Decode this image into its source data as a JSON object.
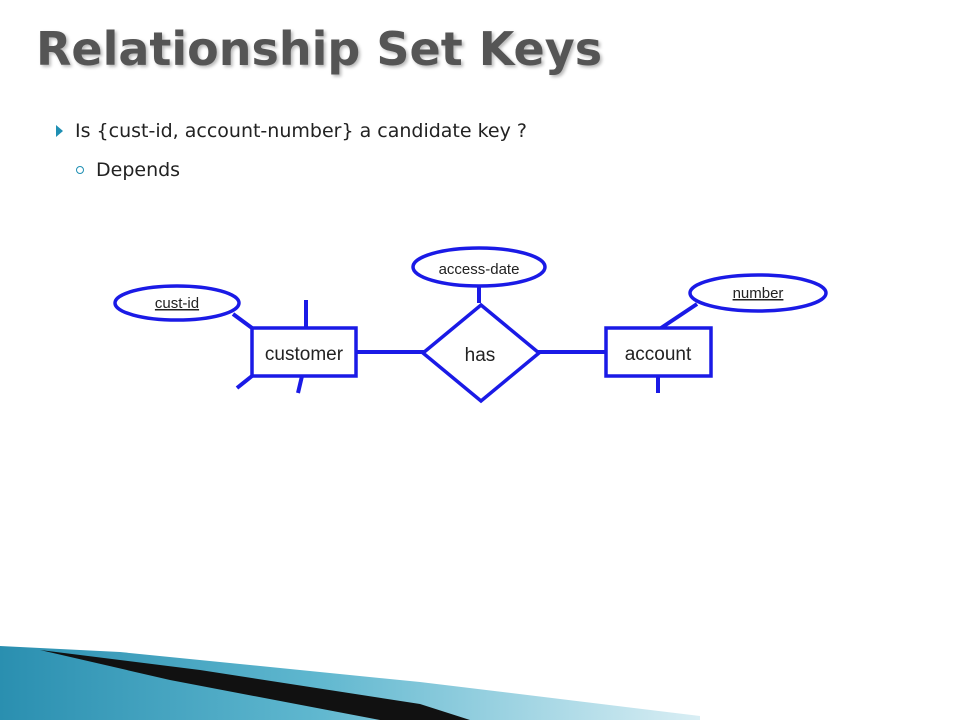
{
  "slide": {
    "title": "Relationship Set Keys",
    "bullets": [
      {
        "text": "Is {cust-id, account-number} a candidate key ?"
      }
    ],
    "sub_bullets": [
      {
        "text": "Depends"
      }
    ]
  },
  "diagram": {
    "entities": [
      {
        "id": "customer",
        "label": "customer"
      },
      {
        "id": "account",
        "label": "account"
      }
    ],
    "relationship": {
      "label": "has"
    },
    "attributes": [
      {
        "label": "cust-id",
        "owner": "customer",
        "key": true
      },
      {
        "label": "access-date",
        "owner": "has",
        "key": false
      },
      {
        "label": "number",
        "owner": "account",
        "key": true
      }
    ],
    "line_color": "#1a1ae6"
  },
  "theme": {
    "accent": "#1f8fb3",
    "title_color": "#555555"
  }
}
